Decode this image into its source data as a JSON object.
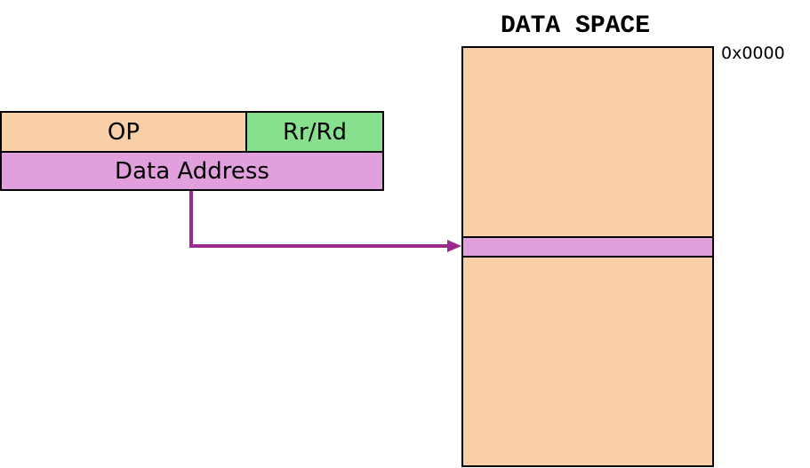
{
  "instruction": {
    "op_label": "OP",
    "reg_label": "Rr/Rd",
    "address_label": "Data Address"
  },
  "data_space": {
    "title": "DATA SPACE",
    "start_address": "0x0000"
  },
  "colors": {
    "op_fill": "#f8cfa6",
    "reg_fill": "#86e08e",
    "address_fill": "#e29fdd",
    "memory_fill": "#f8cfa6",
    "highlight_fill": "#e29fdd",
    "arrow": "#9b2a90",
    "border": "#000000"
  }
}
